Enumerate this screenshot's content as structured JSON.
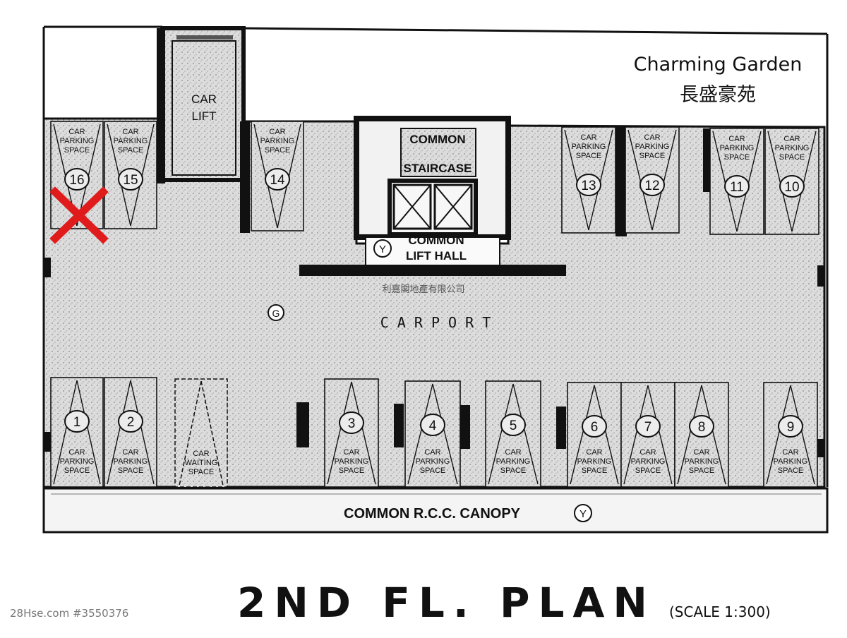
{
  "header": {
    "name_en": "Charming Garden",
    "name_zh": "長盛豪苑"
  },
  "plan": {
    "title": "2ND FL. PLAN",
    "scale": "(SCALE 1:300)",
    "carport_label": "C A R P O R T",
    "car_lift_lines": [
      "CAR",
      "LIFT"
    ],
    "staircase_lines": [
      "COMMON",
      "STAIRCASE"
    ],
    "lift_hall_lines": [
      "COMMON",
      "LIFT HALL"
    ],
    "canopy_label": "COMMON R.C.C. CANOPY",
    "agent_mark": "利嘉閣地產有限公司",
    "y_marker": "Y",
    "g_marker": "G",
    "parking_label_lines": [
      "CAR",
      "PARKING",
      "SPACE"
    ],
    "waiting_label_lines": [
      "CAR",
      "WAITING",
      "SPACE"
    ],
    "top_spaces": [
      "16",
      "15",
      "14",
      "13",
      "12",
      "11",
      "10"
    ],
    "bottom_spaces": [
      "1",
      "2",
      "3",
      "4",
      "5",
      "6",
      "7",
      "8",
      "9"
    ],
    "crossed_space": "16"
  },
  "watermark": "28Hse.com #3550376",
  "colors": {
    "ink": "#111111",
    "floor": "#d9d9d9",
    "cross": "#e01b1b"
  }
}
